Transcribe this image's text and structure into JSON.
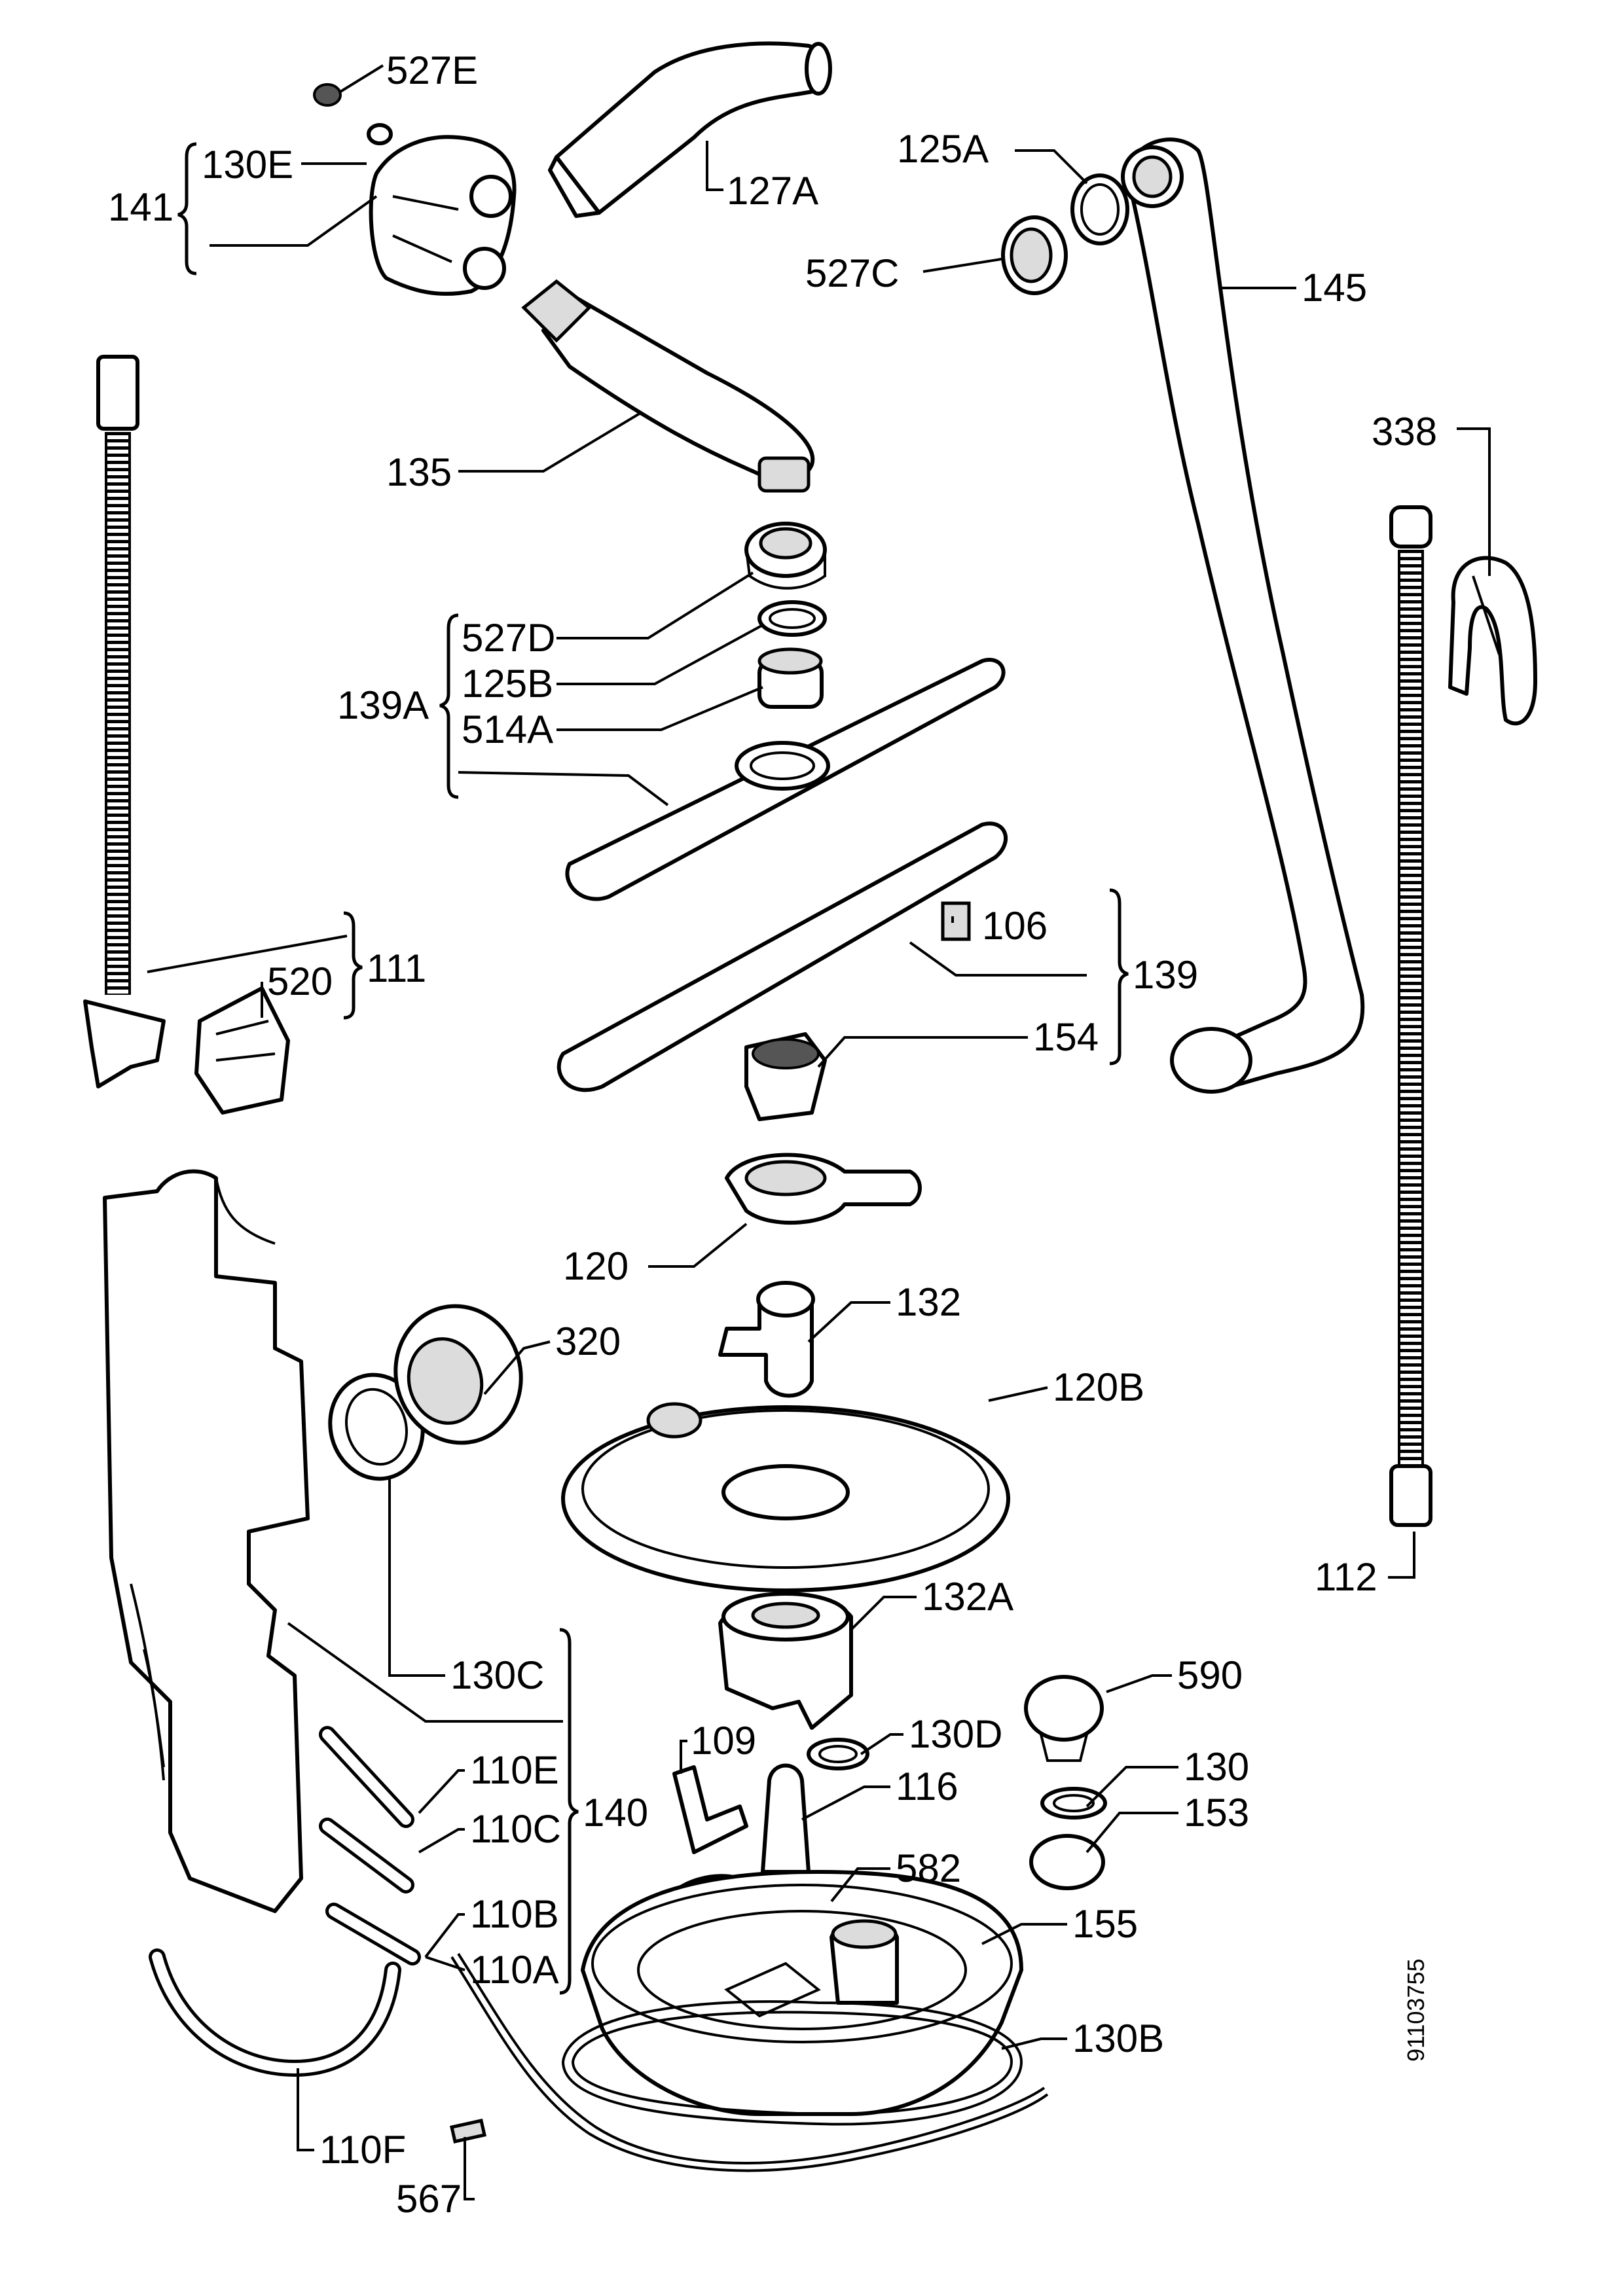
{
  "diagram": {
    "labels": {
      "l527E": "527E",
      "l130E": "130E",
      "l141": "141",
      "l127A": "127A",
      "l125A": "125A",
      "l527C": "527C",
      "l145": "145",
      "l338": "338",
      "l135": "135",
      "l527D": "527D",
      "l125B": "125B",
      "l514A": "514A",
      "l139A": "139A",
      "l106": "106",
      "l139": "139",
      "l154": "154",
      "l520": "520",
      "l111": "111",
      "l120": "120",
      "l132": "132",
      "l320": "320",
      "l120B": "120B",
      "l112": "112",
      "l132A": "132A",
      "l590": "590",
      "l130C": "130C",
      "l109": "109",
      "l130D": "130D",
      "l130": "130",
      "l116": "116",
      "l153": "153",
      "l110E": "110E",
      "l140": "140",
      "l110C": "110C",
      "l582": "582",
      "l155": "155",
      "l110B": "110B",
      "l110A": "110A",
      "l130B": "130B",
      "l110F": "110F",
      "l567": "567"
    },
    "drawing_code": "91103755"
  }
}
